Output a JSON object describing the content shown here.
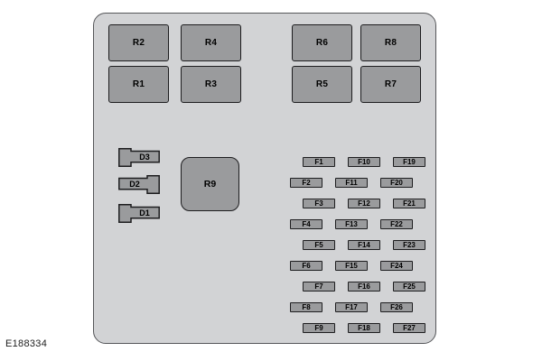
{
  "figure": {
    "id_label": "E188334"
  },
  "panel": {
    "relays_grid": [
      [
        "R2",
        "R4",
        "R6",
        "R8"
      ],
      [
        "R1",
        "R3",
        "R5",
        "R7"
      ]
    ],
    "large_relay": "R9",
    "diodes": [
      {
        "label": "D3",
        "tab_side": "left"
      },
      {
        "label": "D2",
        "tab_side": "right"
      },
      {
        "label": "D1",
        "tab_side": "left"
      }
    ],
    "fuse_rows": [
      [
        "F1",
        "F10",
        "F19"
      ],
      [
        "F2",
        "F11",
        "F20"
      ],
      [
        "F3",
        "F12",
        "F21"
      ],
      [
        "F4",
        "F13",
        "F22"
      ],
      [
        "F5",
        "F14",
        "F23"
      ],
      [
        "F6",
        "F15",
        "F24"
      ],
      [
        "F7",
        "F16",
        "F25"
      ],
      [
        "F8",
        "F17",
        "F26"
      ],
      [
        "F9",
        "F18",
        "F27"
      ]
    ]
  },
  "colors": {
    "page_bg": "#ffffff",
    "panel_fill": "#d2d3d5",
    "panel_border": "#56575a",
    "component_fill": "#9a9b9d",
    "component_border": "#1d1d1f",
    "label_color": "#000000"
  }
}
